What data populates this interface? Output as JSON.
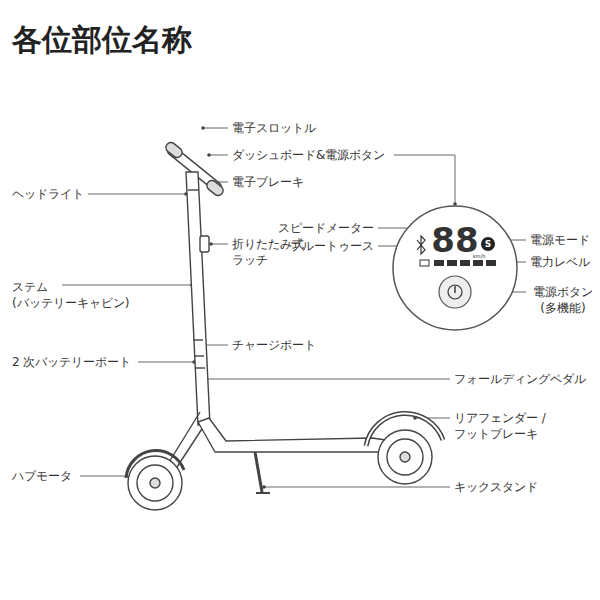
{
  "diagram": {
    "title": "各位部位名称",
    "labels": [
      "電子スロットル",
      "ダッシュボード&電源ボタン",
      "電子ブレーキ",
      "ヘッドライト",
      "折りたたみ式 ラッチ",
      "ステム (バッテリーキャビン)",
      "スピードメーター",
      "ブルートゥース",
      "電源モード",
      "電力レベル",
      "電源ボタン (多機能)",
      "チャージポート",
      "2 次バッテリーポート",
      "フォールディングペダル",
      "リアフェンダー / フットブレーキ",
      "ハブモータ",
      "キックスタンド",
      "88",
      "S",
      "km/h"
    ]
  }
}
